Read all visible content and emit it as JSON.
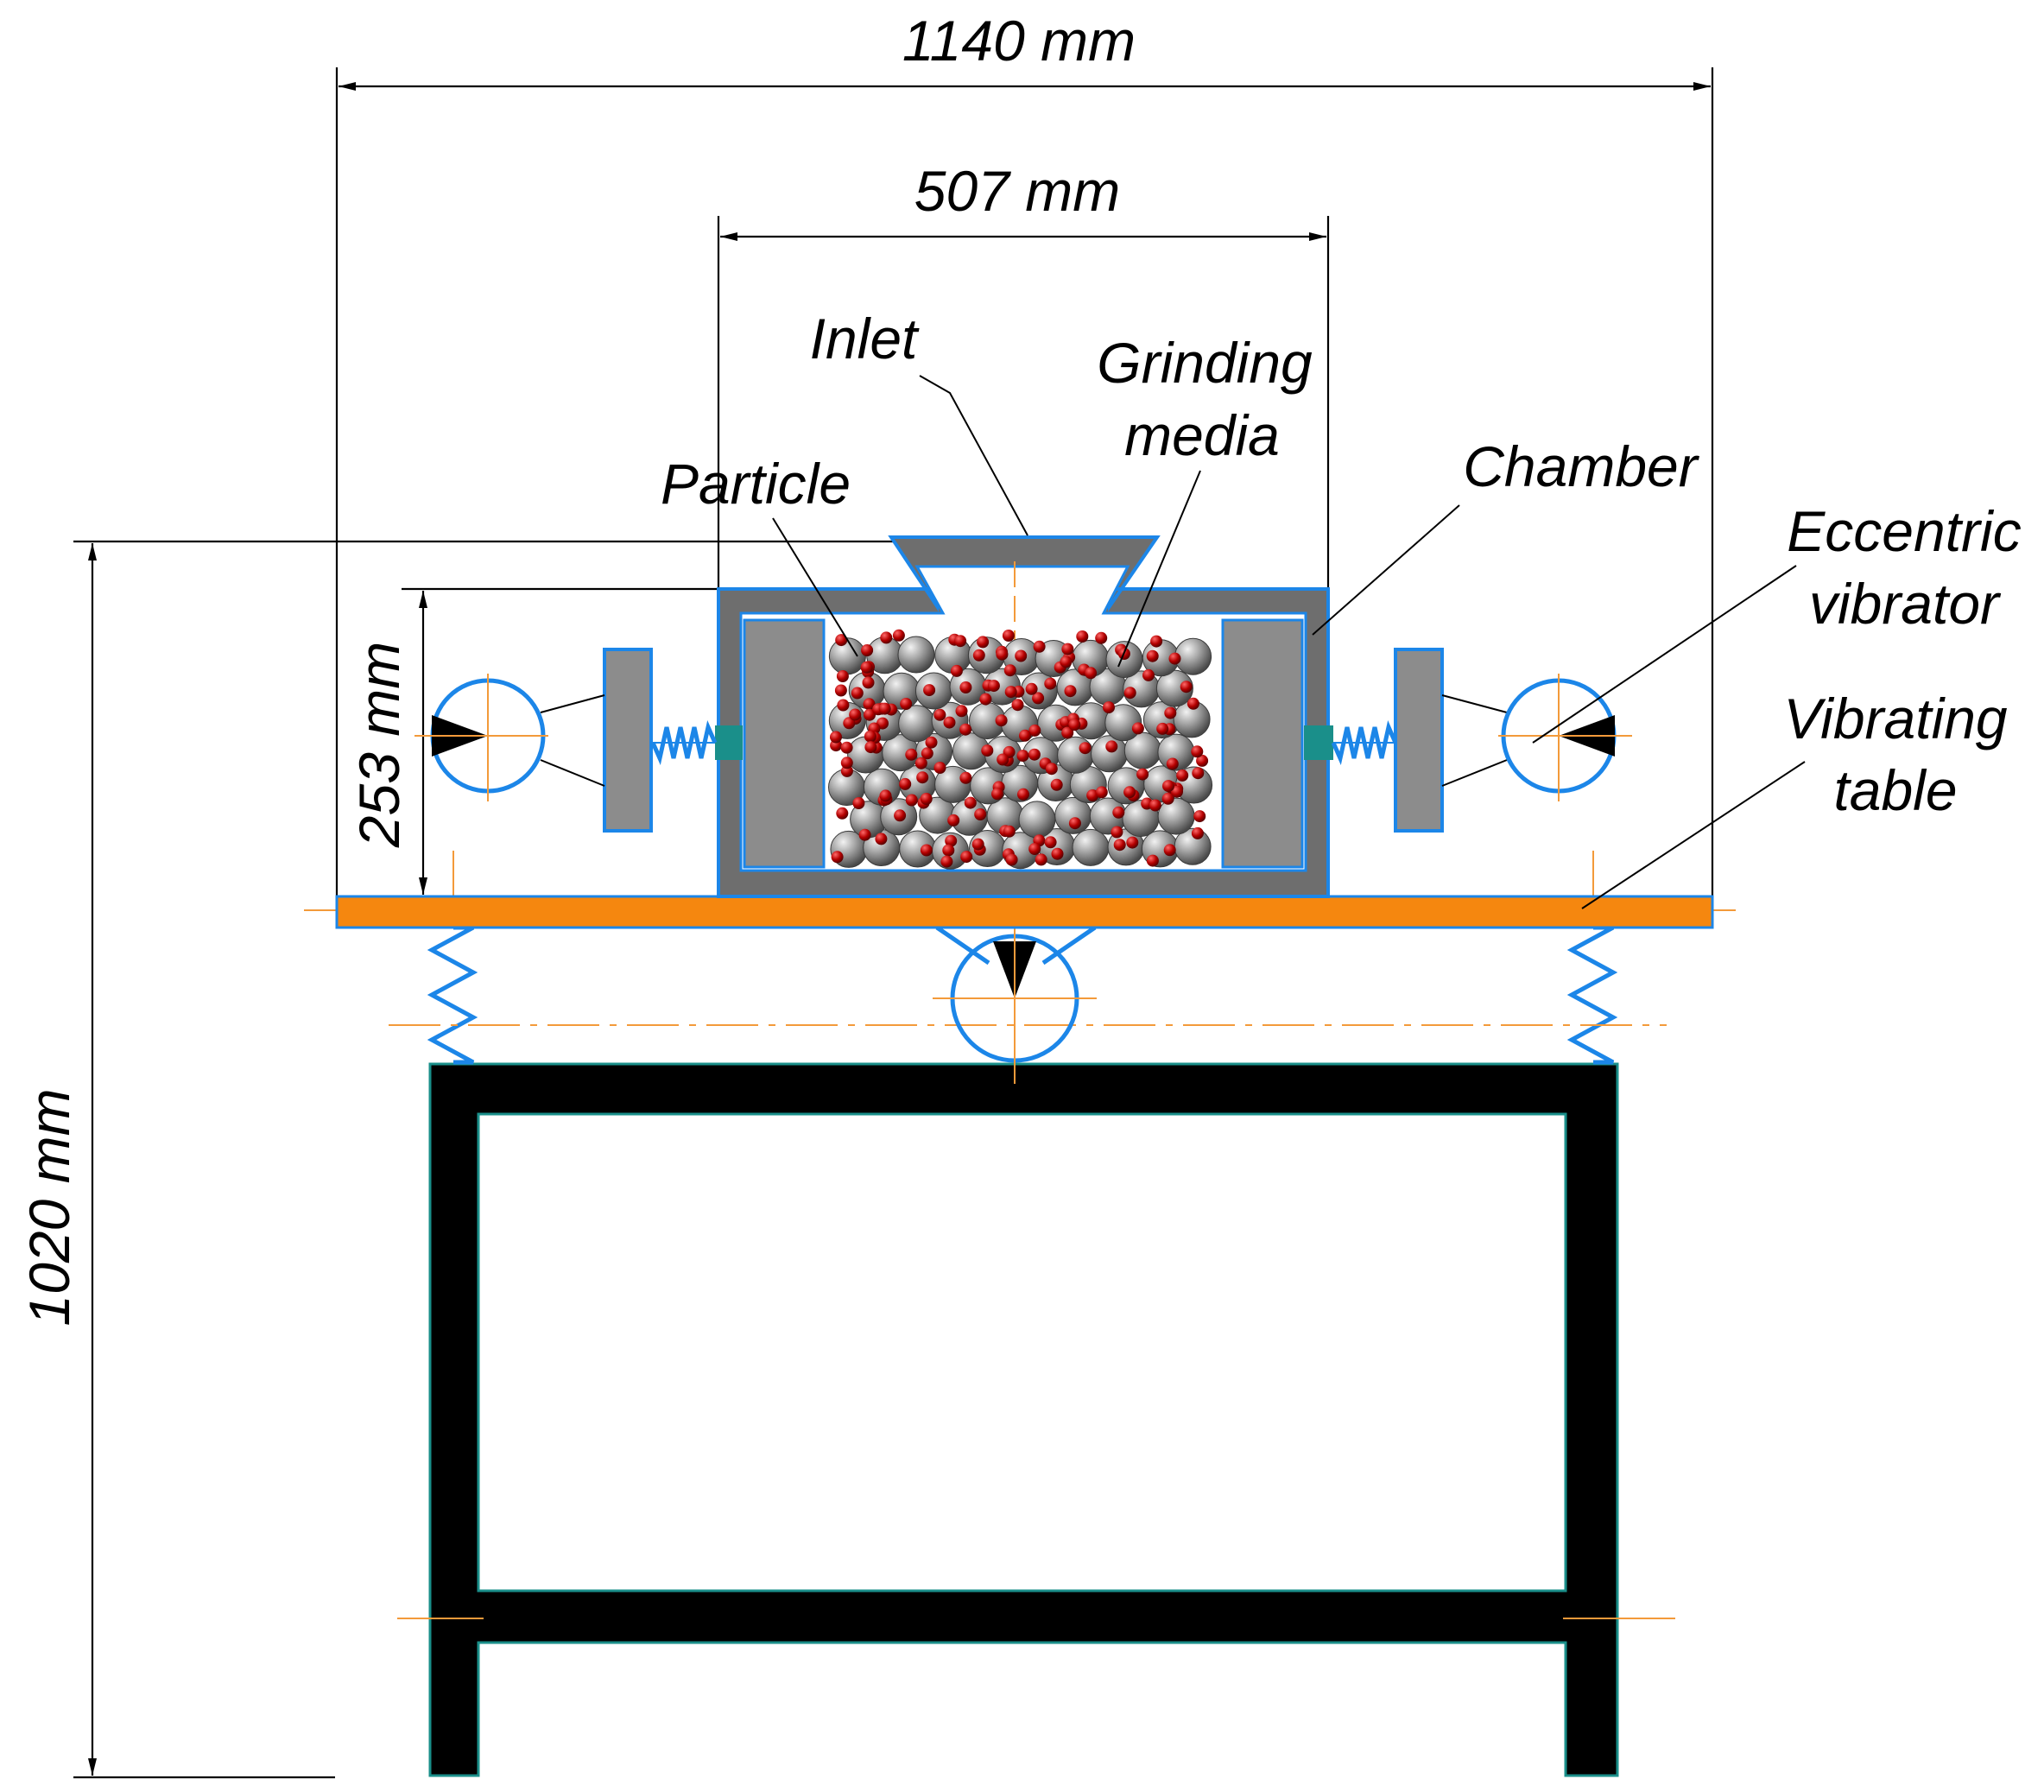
{
  "dimensions": {
    "overall_width": "1140 mm",
    "chamber_width": "507 mm",
    "chamber_height": "253 mm",
    "overall_height": "1020 mm"
  },
  "labels": {
    "inlet": "Inlet",
    "grinding_media_line1": "Grinding",
    "grinding_media_line2": "media",
    "particle": "Particle",
    "chamber": "Chamber",
    "eccentric_vibrator_line1": "Eccentric",
    "eccentric_vibrator_line2": "vibrator",
    "vibrating_table_line1": "Vibrating",
    "vibrating_table_line2": "table"
  },
  "colors": {
    "table_top": "#f5870f",
    "outline_blue": "#1c86e8",
    "chamber_wall": "#6e6e6e",
    "liner": "#8c8c8c",
    "frame": "#000000",
    "frame_edge": "#1a8f8a",
    "particle": "#b40000",
    "grinding_ball": "#9a9a9a",
    "centerline": "#f39a3a"
  }
}
